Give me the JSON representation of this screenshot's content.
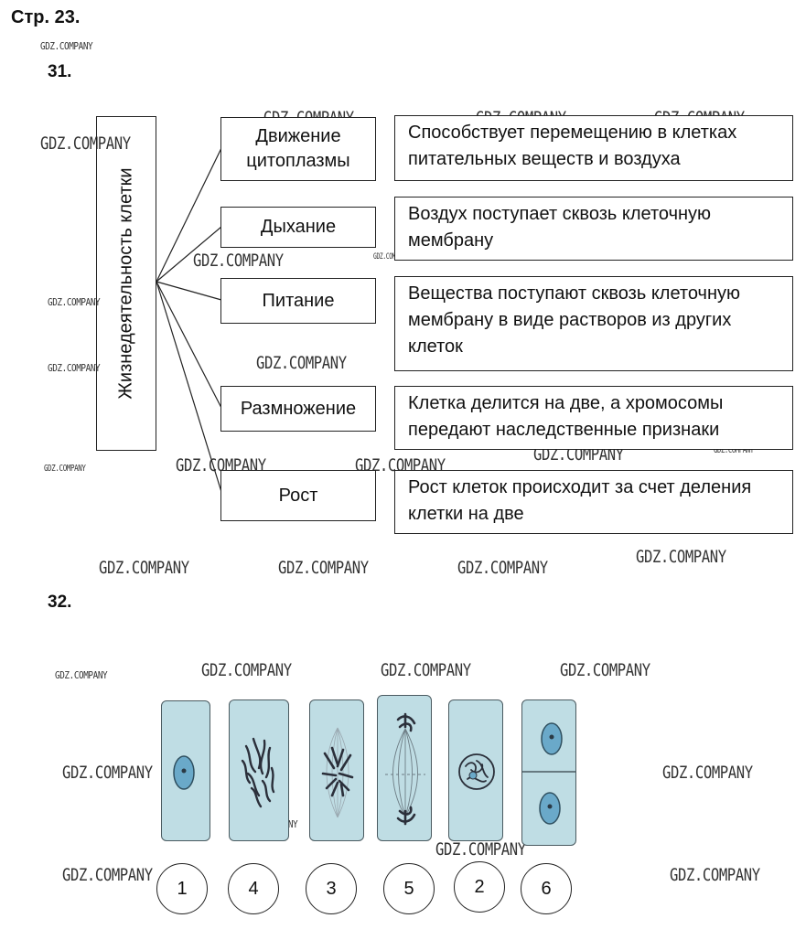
{
  "page_title": "Стр. 23.",
  "q31": {
    "number": "31.",
    "center_label": "Жизнедеятельность клетки",
    "rows": [
      {
        "process": "Движение цитоплазмы",
        "description": "Способствует перемещению в клетках питательных веществ и воздуха"
      },
      {
        "process": "Дыхание",
        "description": "Воздух поступает сквозь клеточную мембрану"
      },
      {
        "process": "Питание",
        "description": "Вещества поступают сквозь клеточную мембрану в виде растворов из других клеток"
      },
      {
        "process": "Размножение",
        "description": "Клетка делится на две, а хромосомы передают наследственные признаки"
      },
      {
        "process": "Рост",
        "description": "Рост клеток происходит за счет деления клетки на две"
      }
    ]
  },
  "q32": {
    "number": "32.",
    "order": [
      "1",
      "4",
      "3",
      "5",
      "2",
      "6"
    ]
  },
  "watermark": "GDZ.COMPANY",
  "colors": {
    "cell_fill": "#bfdde4",
    "nucleus": "#6aa9c9",
    "chromosome": "#2b2f3a"
  }
}
